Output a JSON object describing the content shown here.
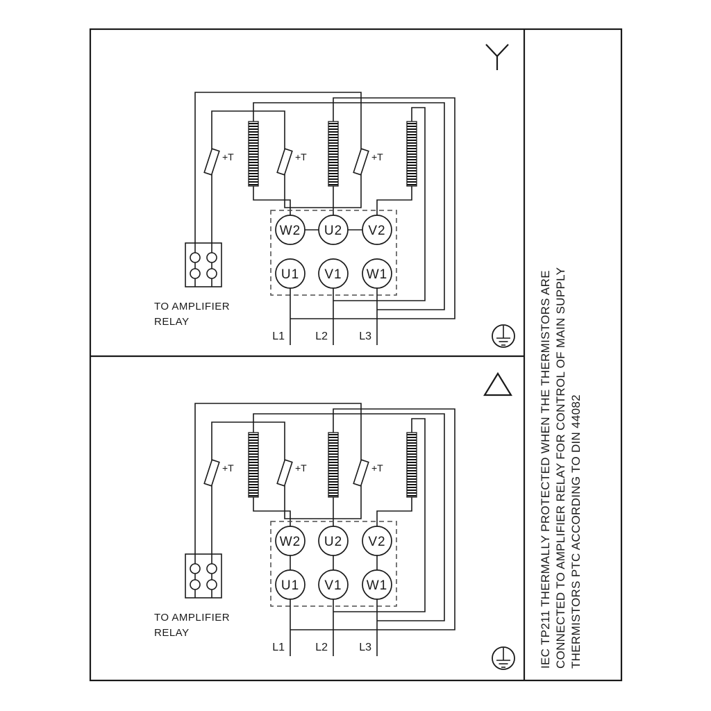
{
  "colors": {
    "ink": "#1a1a1a",
    "background": "#ffffff"
  },
  "side_note": {
    "line1": "IEC TP211 THERMALLY PROTECTED WHEN THE THERMISTORS ARE",
    "line2": "CONNECTED TO AMPLIFIER RELAY FOR CONTROL OF MAIN SUPPLY",
    "line3": "THERMISTORS PTC ACCORDING TO DIN 44082"
  },
  "diagrams": [
    {
      "connection": "star",
      "connection_icon": "star-icon",
      "terminals_top": [
        "W2",
        "U2",
        "V2"
      ],
      "terminals_bottom": [
        "U1",
        "V1",
        "W1"
      ],
      "supply": [
        "L1",
        "L2",
        "L3"
      ],
      "thermistor_label": "+T",
      "amplifier_note": [
        "TO AMPLIFIER",
        "RELAY"
      ]
    },
    {
      "connection": "delta",
      "connection_icon": "delta-icon",
      "terminals_top": [
        "W2",
        "U2",
        "V2"
      ],
      "terminals_bottom": [
        "U1",
        "V1",
        "W1"
      ],
      "supply": [
        "L1",
        "L2",
        "L3"
      ],
      "thermistor_label": "+T",
      "amplifier_note": [
        "TO AMPLIFIER",
        "RELAY"
      ]
    }
  ]
}
